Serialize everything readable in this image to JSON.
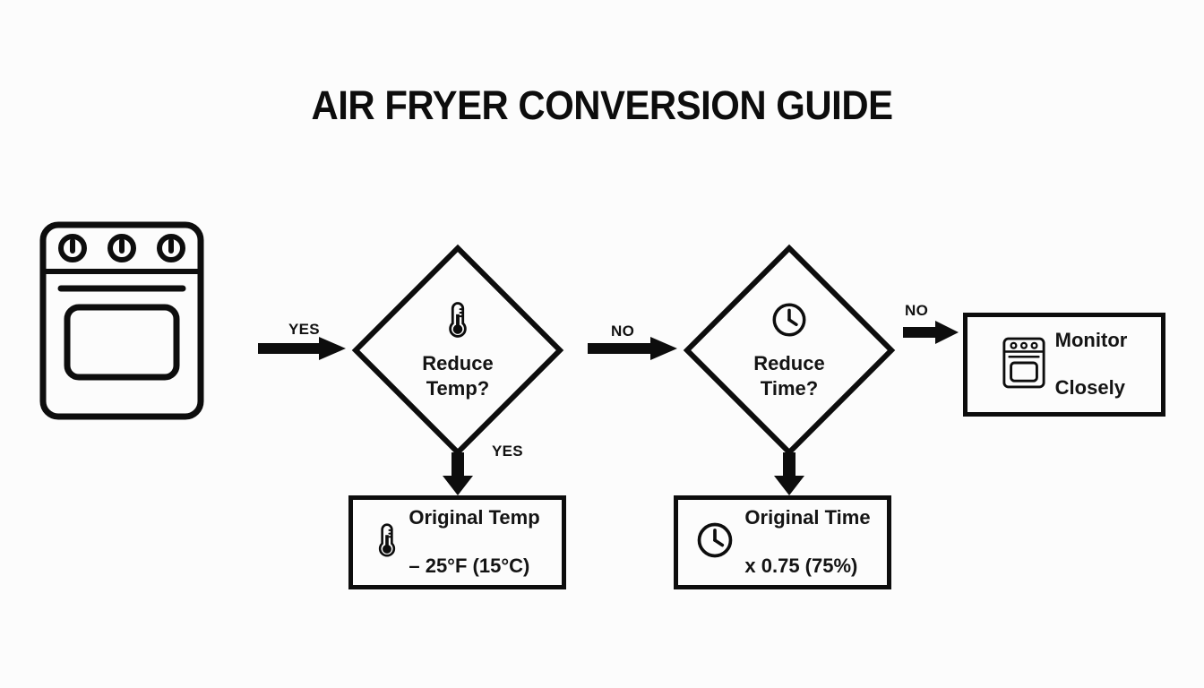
{
  "page": {
    "title": "AIR FRYER CONVERSION GUIDE",
    "background_color": "#fcfcfc",
    "ink_color": "#0d0d0d"
  },
  "nodes": {
    "start": {
      "name": "oven",
      "icon": "oven-icon",
      "label": ""
    },
    "decision_temp": {
      "icon": "thermometer-icon",
      "label": "Reduce\nTemp?",
      "line1": "Reduce",
      "line2": "Temp?"
    },
    "decision_time": {
      "icon": "clock-icon",
      "label": "Reduce\nTime?",
      "line1": "Reduce",
      "line2": "Time?"
    },
    "result_temp": {
      "icon": "thermometer-icon",
      "label": "Original Temp\n– 25°F (15°C)",
      "line1": "Original Temp",
      "line2": "– 25°F (15°C)"
    },
    "result_time": {
      "icon": "clock-icon",
      "label": "Original Time\nx 0.75 (75%)",
      "line1": "Original Time",
      "line2": "x 0.75 (75%)"
    },
    "result_monitor": {
      "icon": "oven-icon",
      "label": "Monitor\nClosely",
      "line1": "Monitor",
      "line2": "Closely"
    }
  },
  "edges": [
    {
      "id": "oven-to-temp",
      "label": "YES",
      "direction": "right"
    },
    {
      "id": "temp-to-time",
      "label": "NO",
      "direction": "right"
    },
    {
      "id": "time-to-monitor",
      "label": "NO",
      "direction": "right"
    },
    {
      "id": "temp-to-result-temp",
      "label": "YES",
      "direction": "down"
    },
    {
      "id": "time-to-result-time",
      "label": "",
      "direction": "down"
    }
  ]
}
